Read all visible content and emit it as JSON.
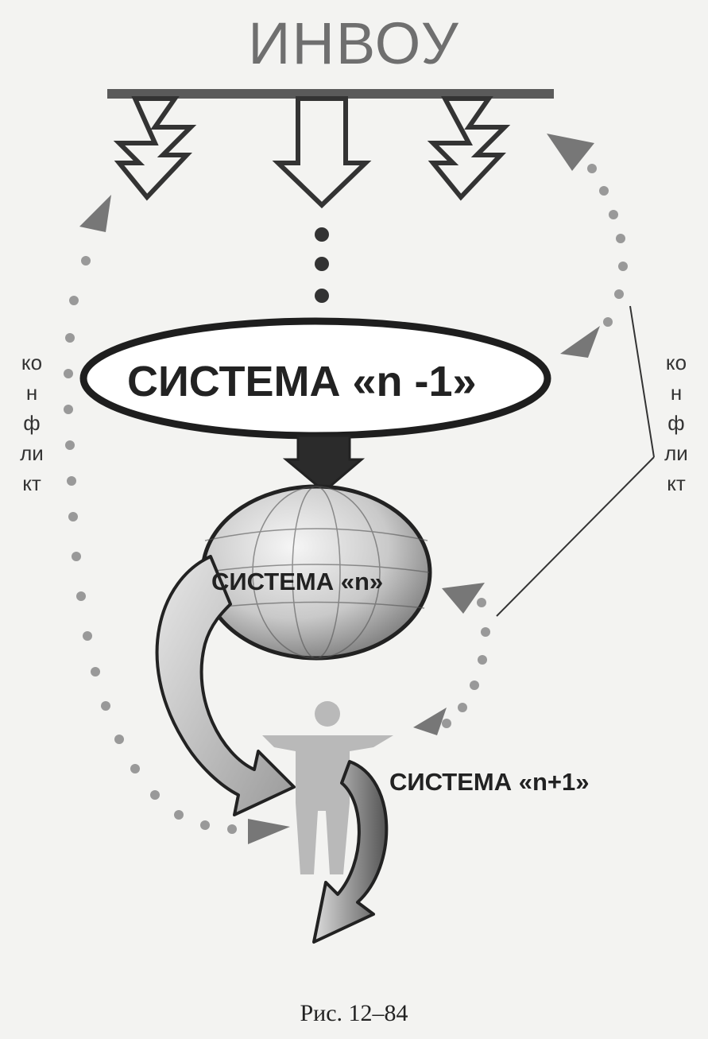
{
  "title": "ИНВОУ",
  "systems": {
    "upper": "СИСТЕМА «n -1»",
    "middle": "СИСТЕМА «n»",
    "lower": "СИСТЕМА «n+1»"
  },
  "side_labels": {
    "left": "конфликт",
    "right": "конфликт"
  },
  "caption": "Рис. 12–84"
}
